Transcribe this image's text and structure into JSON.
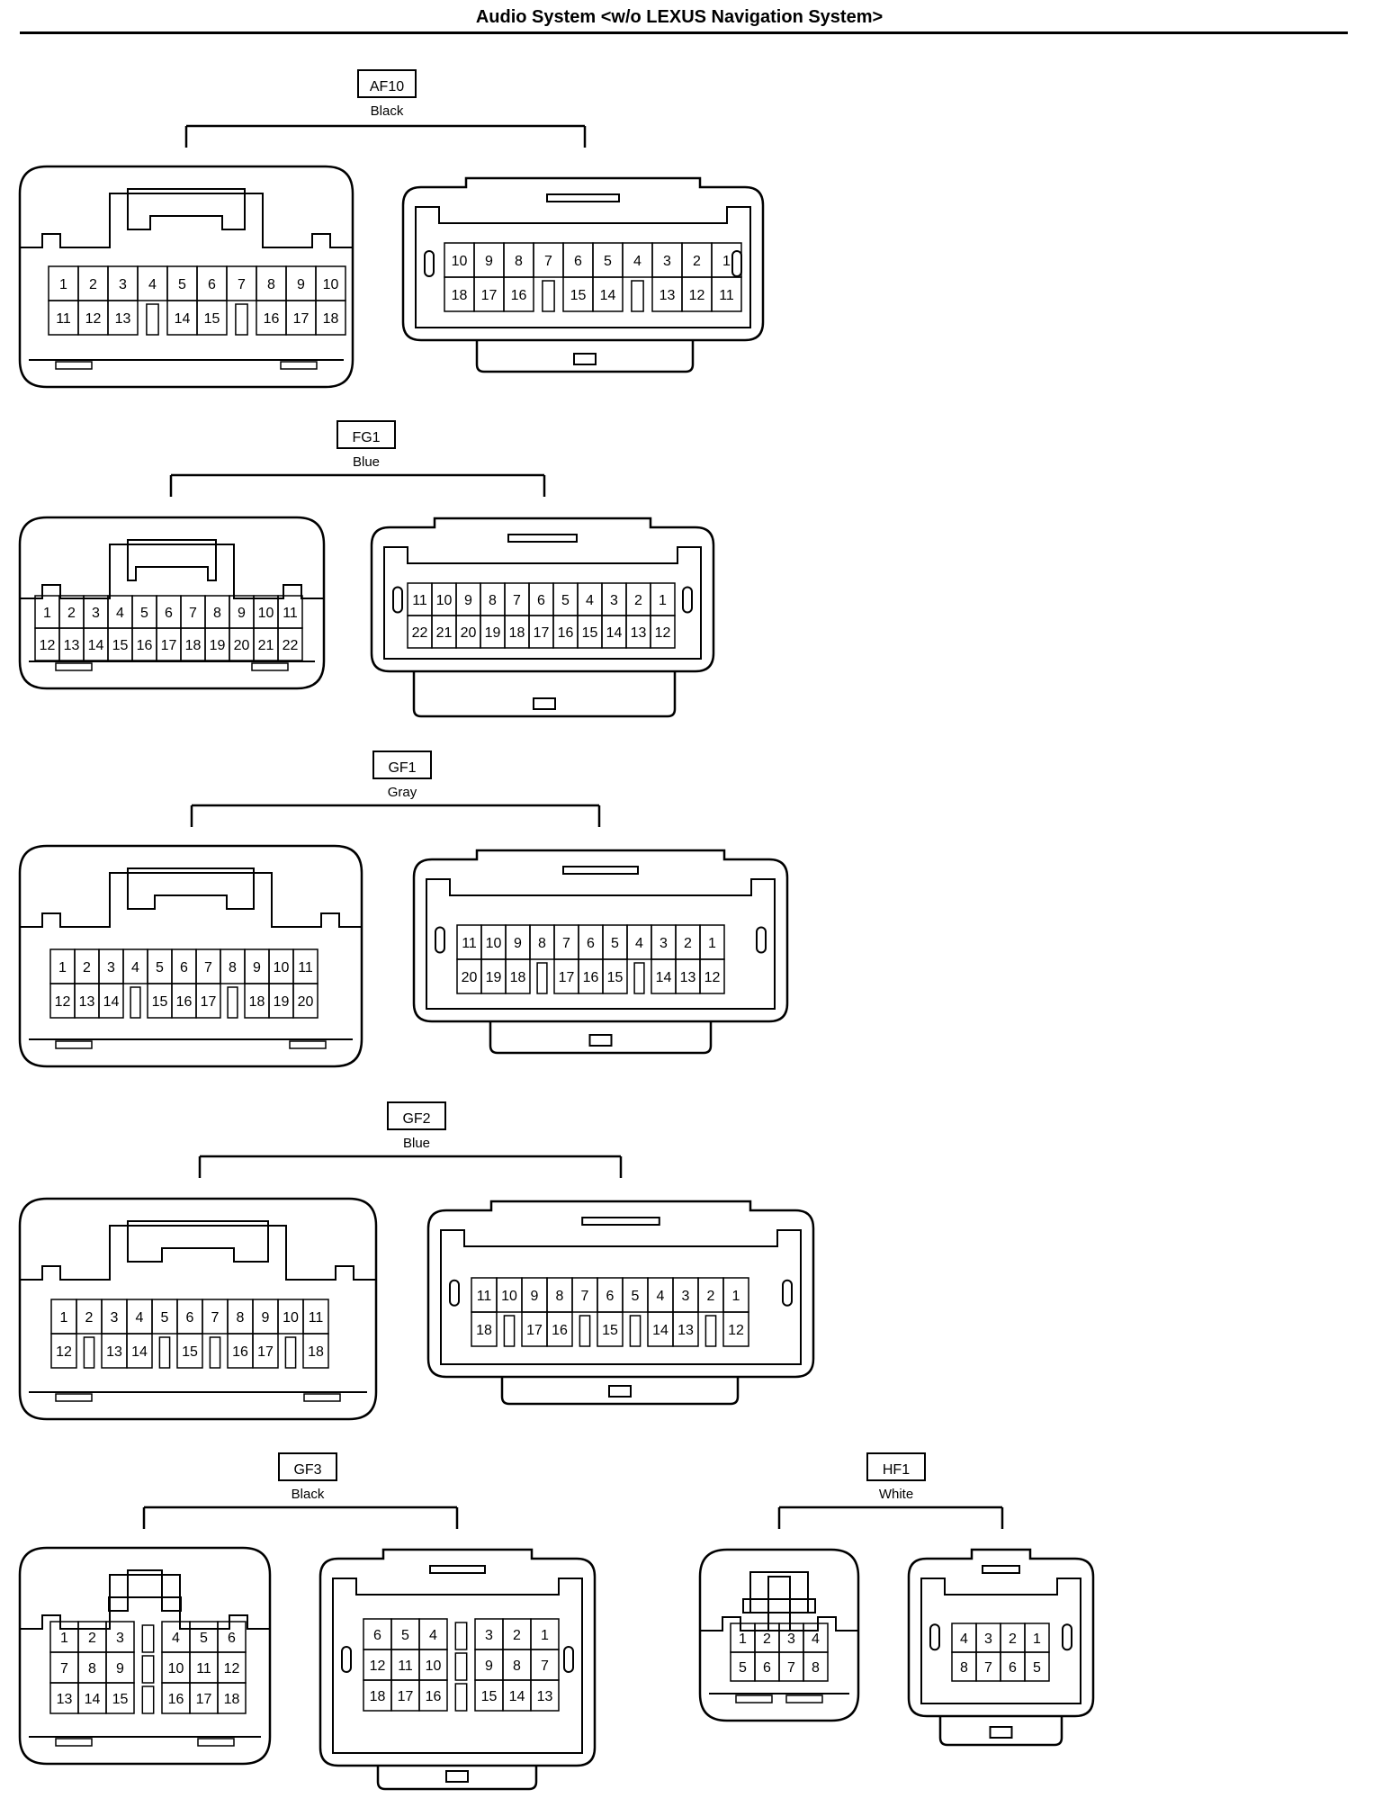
{
  "title": "Audio System <w/o LEXUS Navigation System>",
  "colors": {
    "line": "#000000",
    "background": "#ffffff"
  },
  "connectors": [
    {
      "id": "AF10",
      "color": "Black",
      "female_face": {
        "row1": [
          "1",
          "2",
          "3",
          "4",
          "5",
          "6",
          "7",
          "8",
          "9",
          "10"
        ],
        "row2": [
          "11",
          "12",
          "13",
          "",
          "14",
          "15",
          "",
          "16",
          "17",
          "18"
        ]
      },
      "male_face": {
        "row1": [
          "10",
          "9",
          "8",
          "7",
          "6",
          "5",
          "4",
          "3",
          "2",
          "1"
        ],
        "row2": [
          "18",
          "17",
          "16",
          "",
          "15",
          "14",
          "",
          "13",
          "12",
          "11"
        ]
      }
    },
    {
      "id": "FG1",
      "color": "Blue",
      "female_face": {
        "row1": [
          "1",
          "2",
          "3",
          "4",
          "5",
          "6",
          "7",
          "8",
          "9",
          "10",
          "11"
        ],
        "row2": [
          "12",
          "13",
          "14",
          "15",
          "16",
          "17",
          "18",
          "19",
          "20",
          "21",
          "22"
        ]
      },
      "male_face": {
        "row1": [
          "11",
          "10",
          "9",
          "8",
          "7",
          "6",
          "5",
          "4",
          "3",
          "2",
          "1"
        ],
        "row2": [
          "22",
          "21",
          "20",
          "19",
          "18",
          "17",
          "16",
          "15",
          "14",
          "13",
          "12"
        ]
      }
    },
    {
      "id": "GF1",
      "color": "Gray",
      "female_face": {
        "row1": [
          "1",
          "2",
          "3",
          "4",
          "5",
          "6",
          "7",
          "8",
          "9",
          "10",
          "11"
        ],
        "row2": [
          "12",
          "13",
          "14",
          "",
          "15",
          "16",
          "17",
          "",
          "18",
          "19",
          "20"
        ]
      },
      "male_face": {
        "row1": [
          "11",
          "10",
          "9",
          "8",
          "7",
          "6",
          "5",
          "4",
          "3",
          "2",
          "1"
        ],
        "row2": [
          "20",
          "19",
          "18",
          "",
          "17",
          "16",
          "15",
          "",
          "14",
          "13",
          "12"
        ]
      }
    },
    {
      "id": "GF2",
      "color": "Blue",
      "female_face": {
        "row1": [
          "1",
          "2",
          "3",
          "4",
          "5",
          "6",
          "7",
          "8",
          "9",
          "10",
          "11"
        ],
        "row2": [
          "12",
          "",
          "13",
          "14",
          "",
          "15",
          "",
          "16",
          "17",
          "",
          "18"
        ]
      },
      "male_face": {
        "row1": [
          "11",
          "10",
          "9",
          "8",
          "7",
          "6",
          "5",
          "4",
          "3",
          "2",
          "1"
        ],
        "row2": [
          "18",
          "",
          "17",
          "16",
          "",
          "15",
          "",
          "14",
          "13",
          "",
          "12"
        ]
      }
    },
    {
      "id": "GF3",
      "color": "Black",
      "female_face": {
        "row1": [
          "1",
          "2",
          "3",
          "",
          "4",
          "5",
          "6"
        ],
        "row2": [
          "7",
          "8",
          "9",
          "",
          "10",
          "11",
          "12"
        ],
        "row3": [
          "13",
          "14",
          "15",
          "",
          "16",
          "17",
          "18"
        ]
      },
      "male_face": {
        "row1": [
          "6",
          "5",
          "4",
          "",
          "3",
          "2",
          "1"
        ],
        "row2": [
          "12",
          "11",
          "10",
          "",
          "9",
          "8",
          "7"
        ],
        "row3": [
          "18",
          "17",
          "16",
          "",
          "15",
          "14",
          "13"
        ]
      }
    },
    {
      "id": "HF1",
      "color": "White",
      "female_face": {
        "row1": [
          "1",
          "2",
          "3",
          "4"
        ],
        "row2": [
          "5",
          "6",
          "7",
          "8"
        ]
      },
      "male_face": {
        "row1": [
          "4",
          "3",
          "2",
          "1"
        ],
        "row2": [
          "8",
          "7",
          "6",
          "5"
        ]
      }
    }
  ]
}
